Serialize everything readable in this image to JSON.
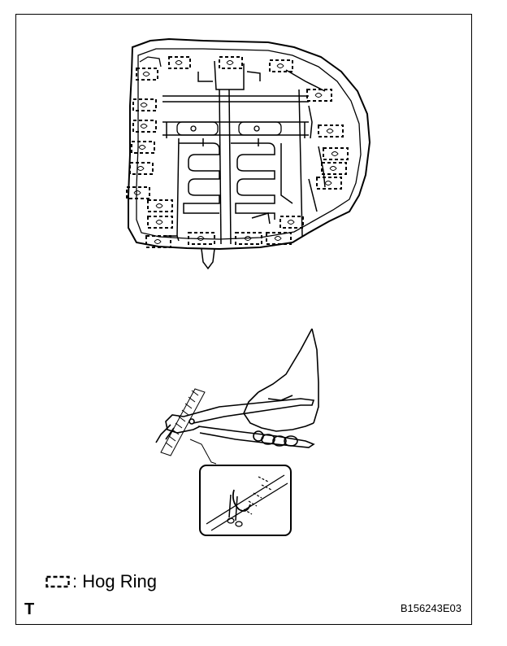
{
  "legend": {
    "symbol_icon": "hog-ring-bracket-icon",
    "label": ": Hog Ring"
  },
  "corner_letter": "T",
  "figure_code": "B156243E03",
  "colors": {
    "line": "#000000",
    "background": "#ffffff"
  }
}
